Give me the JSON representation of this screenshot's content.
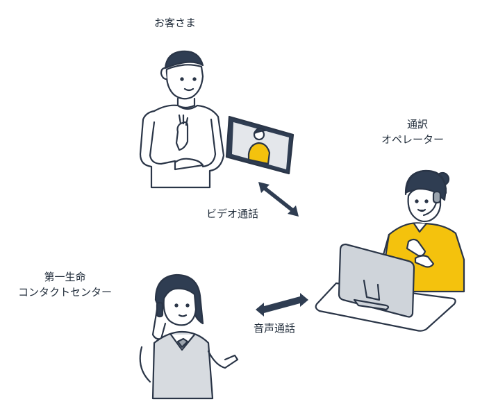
{
  "labels": {
    "customer": "お客さま",
    "interpreter_line1": "通訳",
    "interpreter_line2": "オペレーター",
    "center_line1": "第一生命",
    "center_line2": "コンタクトセンター",
    "video_call": "ビデオ通話",
    "voice_call": "音声通話"
  },
  "colors": {
    "navy": "#2f3d52",
    "yellow": "#f4c20d",
    "gray": "#d7dbe0",
    "line": "#2a3547"
  },
  "icons": {
    "video_arrow": "double-arrow-icon",
    "voice_arrow": "double-arrow-icon"
  }
}
